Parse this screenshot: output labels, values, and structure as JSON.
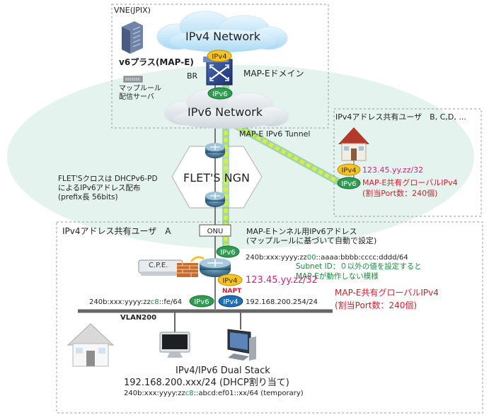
{
  "colors": {
    "domain_fill": "#dcefea",
    "tunnel_yellow": "#e4ec3a",
    "ipv4_badge": "#f6c324",
    "ipv6_badge": "#2f9c52",
    "ipv4_blue_badge": "#1f6fb5",
    "accent_red": "#d0202d",
    "accent_pink": "#d2227a",
    "accent_green": "#1a8a3c"
  },
  "vne": {
    "title": "VNE(JPIX)",
    "service_name": "v6プラス(MAP-E)",
    "server_label": "マップルール\n配信サーバ"
  },
  "clouds": {
    "ipv4": "IPv4 Network",
    "ipv6": "IPv6 Network"
  },
  "br": {
    "label": "BR",
    "domain_label": "MAP-Eドメイン"
  },
  "badges": {
    "ipv4": "IPv4",
    "ipv6": "IPv6"
  },
  "tunnel_label": "MAP-E IPv6 Tunnel",
  "ngn": {
    "label": "FLET'S NGN",
    "note": "FLET'Sクロスは DHCPv6-PD\nによるIPv6アドレス配布\n(prefix長 56bits)"
  },
  "user_bcd": {
    "title": "IPv4アドレス共有ユーザ　B, C,D, ...",
    "ip": "123.45.yy.zz/32",
    "global_label": "MAP-E共有グローバルIPv4",
    "ports": "(割当Port数：240個)"
  },
  "user_a": {
    "title": "IPv4アドレス共有ユーザ　A",
    "onu": "ONU",
    "cpe": "C.P.E.",
    "tunnel_addr_title": "MAP-Eトンネル用IPv6アドレス\n(マップルールに基づいて自動で設定)",
    "tunnel_addr_pre": "240b:xxx:yyyy:zz",
    "tunnel_addr_hl": "00",
    "tunnel_addr_post": "::aaaa:bbbb:cccc:dddd/64",
    "subnet_note": "Subnet ID：０以外の値を設定すると\nMAP-Eが動作しない模様",
    "wan_ip": "123.45.yy.zz/32",
    "napt": "NAPT",
    "global_label": "MAP-E共有グローバルIPv4",
    "ports": "(割当Port数：240個)",
    "lan_v6_pre": "240b:xxx:yyyy:zz",
    "lan_v6_hl": "c8",
    "lan_v6_post": "::fe/64",
    "lan_v4": "192.168.200.254/24",
    "vlan": "VLAN200",
    "dual_title": "IPv4/IPv6 Dual Stack",
    "dual_v4": "192.168.200.xxx/24 (DHCP割り当て)",
    "dual_v6_pre": "240b:xxx:yyyy:zz",
    "dual_v6_hl": "c8",
    "dual_v6_post": "::abcd:ef01::xx/64 (temporary)"
  }
}
